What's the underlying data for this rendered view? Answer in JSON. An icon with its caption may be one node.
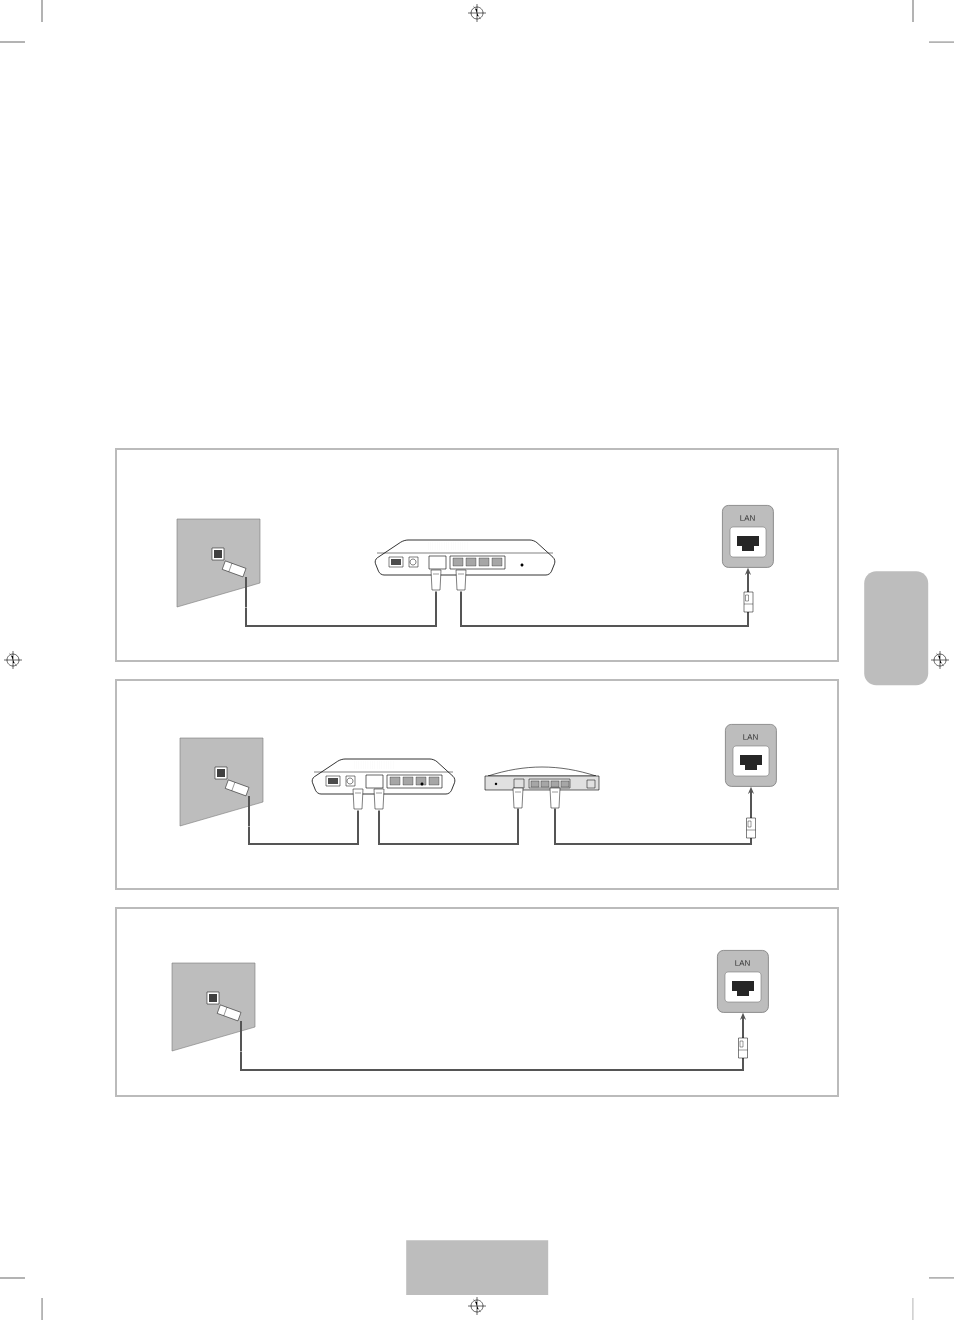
{
  "diagram": {
    "nodes": [
      {
        "text": [],
        "shape": "picture"
      },
      {
        "text": [],
        "shape": "picture"
      },
      {
        "text": [
          "LAN"
        ]
      },
      {
        "text": [],
        "shape": "picture"
      },
      {
        "text": [],
        "shape": "picture"
      },
      {
        "text": [],
        "shape": "picture"
      },
      {
        "text": [
          "LAN"
        ]
      },
      {
        "text": [],
        "shape": "picture"
      },
      {
        "text": [
          "LAN"
        ]
      },
      {
        "text": [],
        "shape": "box"
      },
      {
        "text": [],
        "shape": "box"
      }
    ],
    "edges": [
      {
        "from": 0,
        "to": 1,
        "arrow": "none"
      },
      {
        "from": 1,
        "to": 2,
        "arrow": "to"
      },
      {
        "from": 3,
        "to": 4,
        "arrow": "none"
      },
      {
        "from": 4,
        "to": 5,
        "arrow": "none"
      },
      {
        "from": 5,
        "to": 6,
        "arrow": "to"
      },
      {
        "from": 7,
        "to": 8,
        "arrow": "to"
      }
    ]
  }
}
